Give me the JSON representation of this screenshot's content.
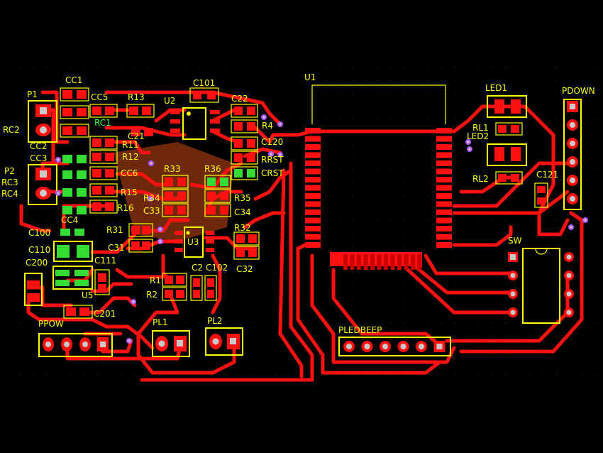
{
  "colors": {
    "background": "#000000",
    "copper": "#ff1111",
    "silkscreen": "#ffff00",
    "highlight": "#39ff39",
    "pad_drill": "#c9c9c9"
  },
  "labels": {
    "cc1": "CC1",
    "p1": "P1",
    "rc2": "RC2",
    "cc5": "CC5",
    "r13": "R13",
    "u2": "U2",
    "c101": "C101",
    "c22": "C22",
    "rc1": "RC1",
    "c21": "C21",
    "r4": "R4",
    "c120": "C120",
    "cc2": "CC2",
    "cc3": "CC3",
    "r11": "R11",
    "r12": "R12",
    "rrst": "RRST",
    "crst": "CRST",
    "p2": "P2",
    "rc3": "RC3",
    "rc4": "RC4",
    "cc6": "CC6",
    "r33": "R33",
    "r36": "R36",
    "r15": "R15",
    "r34": "R34",
    "r35": "R35",
    "r16": "R16",
    "c33": "C33",
    "c34": "C34",
    "cc4": "CC4",
    "r31": "R31",
    "r32": "R32",
    "c100": "C100",
    "c31": "C31",
    "u3": "U3",
    "c110": "C110",
    "c111": "C111",
    "c2": "C2",
    "c102": "C102",
    "c32": "C32",
    "c200": "C200",
    "r1": "R1",
    "r2": "R2",
    "u5": "U5",
    "c201": "C201",
    "ppow": "PPOW",
    "pl1": "PL1",
    "pl2": "PL2",
    "u1": "U1",
    "led1": "LED1",
    "rl1": "RL1",
    "led2": "LED2",
    "rl2": "RL2",
    "pdown": "PDOWN",
    "c121": "C121",
    "sw": "SW",
    "pledbeep": "PLEDBEEP"
  }
}
